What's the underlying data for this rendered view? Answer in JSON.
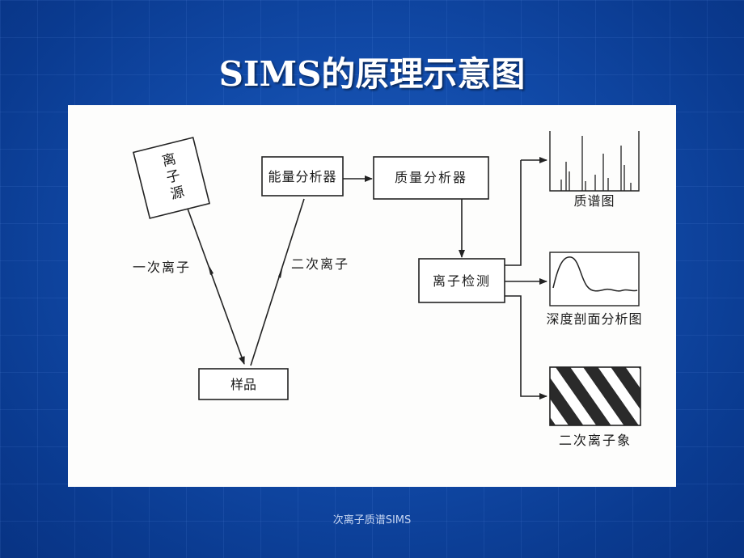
{
  "slide": {
    "title": "SIMS的原理示意图",
    "footer": "次离子质谱SIMS"
  },
  "diagram": {
    "ion_source": "离子源",
    "primary_ion": "一次离子",
    "secondary_ion": "二次离子",
    "sample": "样品",
    "energy_analyzer": "能量分析器",
    "mass_analyzer": "质量分析器",
    "ion_detector": "离子检测",
    "mass_spectrum": "质谱图",
    "depth_profile": "深度剖面分析图",
    "secondary_ion_image": "二次离子象"
  }
}
